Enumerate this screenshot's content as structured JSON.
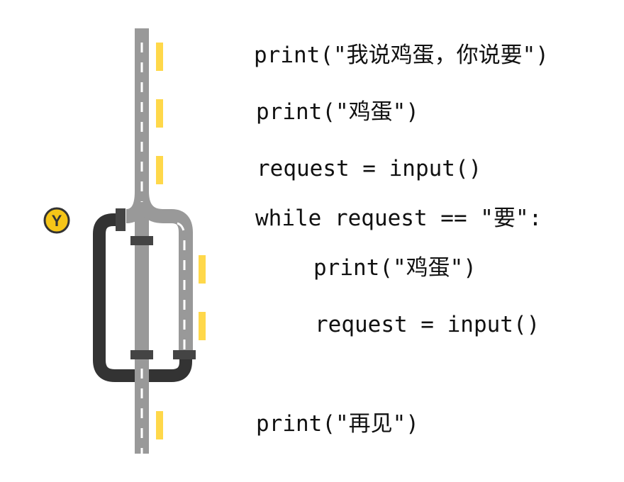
{
  "badge": {
    "letter": "Y",
    "color": "#f5c518"
  },
  "colors": {
    "road": "#999999",
    "loop_track": "#333333",
    "marker": "#ffd84a",
    "dash": "#ffffff"
  },
  "code": [
    {
      "text": "print(\"我说鸡蛋，你说要\")"
    },
    {
      "text": "print(\"鸡蛋\")"
    },
    {
      "text": "request = input()"
    },
    {
      "text": "while request == \"要\":"
    },
    {
      "text": "print(\"鸡蛋\")"
    },
    {
      "text": "request = input()"
    },
    {
      "text": "print(\"再见\")"
    }
  ]
}
